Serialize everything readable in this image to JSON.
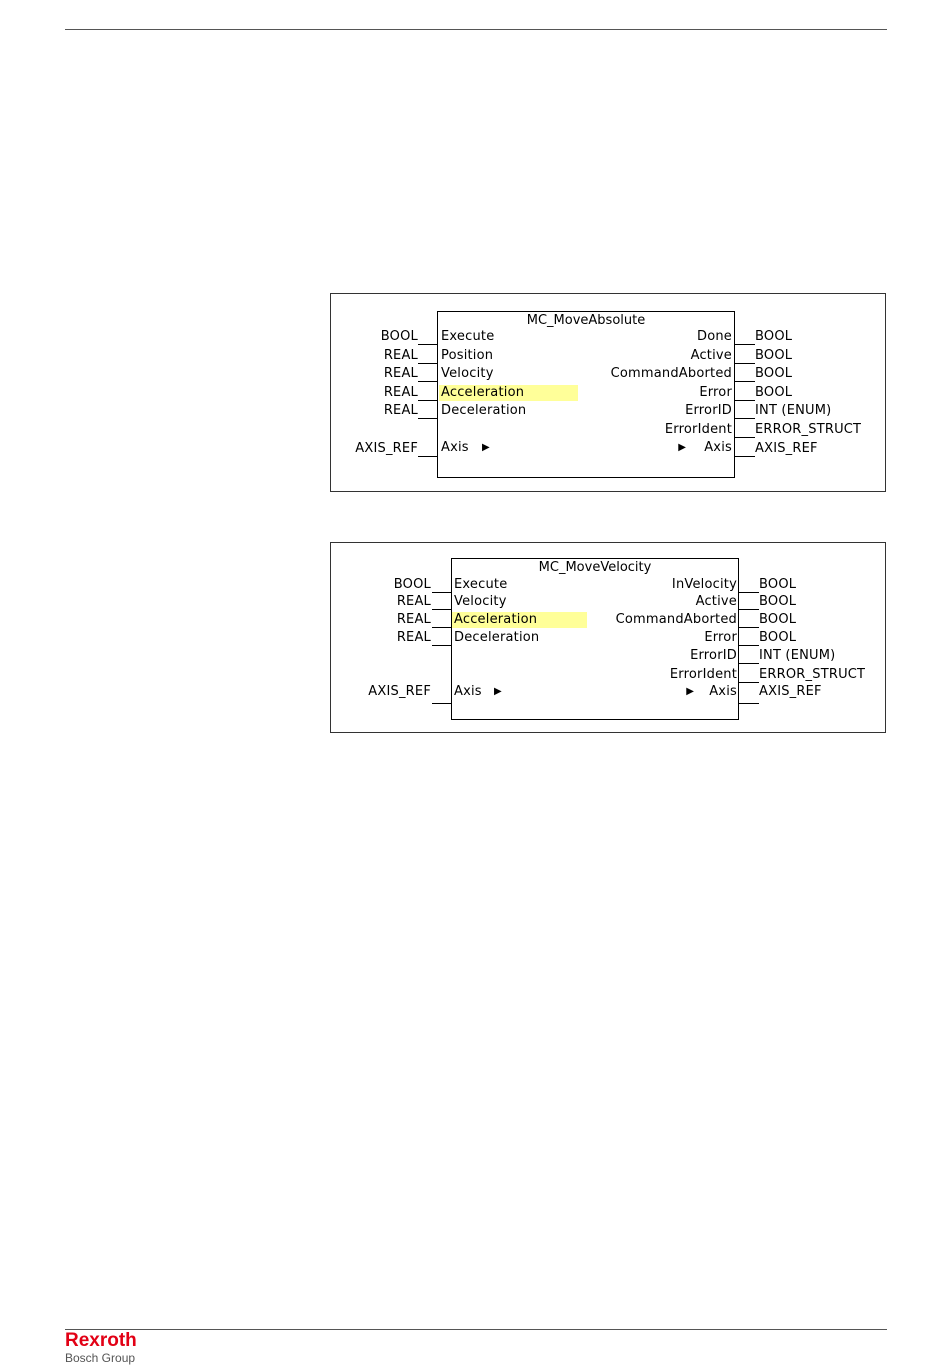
{
  "fig1": {
    "title": "MC_MoveAbsolute",
    "inputs": [
      {
        "type": "BOOL",
        "name": "Execute"
      },
      {
        "type": "REAL",
        "name": "Position"
      },
      {
        "type": "REAL",
        "name": "Velocity"
      },
      {
        "type": "REAL",
        "name": "Acceleration"
      },
      {
        "type": "REAL",
        "name": "Deceleration"
      },
      {
        "type": "AXIS_REF",
        "name": "Axis"
      }
    ],
    "outputs": [
      {
        "name": "Done",
        "type": "BOOL"
      },
      {
        "name": "Active",
        "type": "BOOL"
      },
      {
        "name": "CommandAborted",
        "type": "BOOL"
      },
      {
        "name": "Error",
        "type": "BOOL"
      },
      {
        "name": "ErrorID",
        "type": "INT (ENUM)"
      },
      {
        "name": "ErrorIdent",
        "type": "ERROR_STRUCT"
      },
      {
        "name": "Axis",
        "type": "AXIS_REF"
      }
    ]
  },
  "fig2": {
    "title": "MC_MoveVelocity",
    "inputs": [
      {
        "type": "BOOL",
        "name": "Execute"
      },
      {
        "type": "REAL",
        "name": "Velocity"
      },
      {
        "type": "REAL",
        "name": "Acceleration"
      },
      {
        "type": "REAL",
        "name": "Deceleration"
      },
      {
        "type": "AXIS_REF",
        "name": "Axis"
      }
    ],
    "outputs": [
      {
        "name": "InVelocity",
        "type": "BOOL"
      },
      {
        "name": "Active",
        "type": "BOOL"
      },
      {
        "name": "CommandAborted",
        "type": "BOOL"
      },
      {
        "name": "Error",
        "type": "BOOL"
      },
      {
        "name": "ErrorID",
        "type": "INT (ENUM)"
      },
      {
        "name": "ErrorIdent",
        "type": "ERROR_STRUCT"
      },
      {
        "name": "Axis",
        "type": "AXIS_REF"
      }
    ]
  },
  "footer": {
    "brand": "Rexroth",
    "sub": "Bosch Group",
    "brand_color": "#e20015"
  },
  "highlight_color": "#ffff99"
}
